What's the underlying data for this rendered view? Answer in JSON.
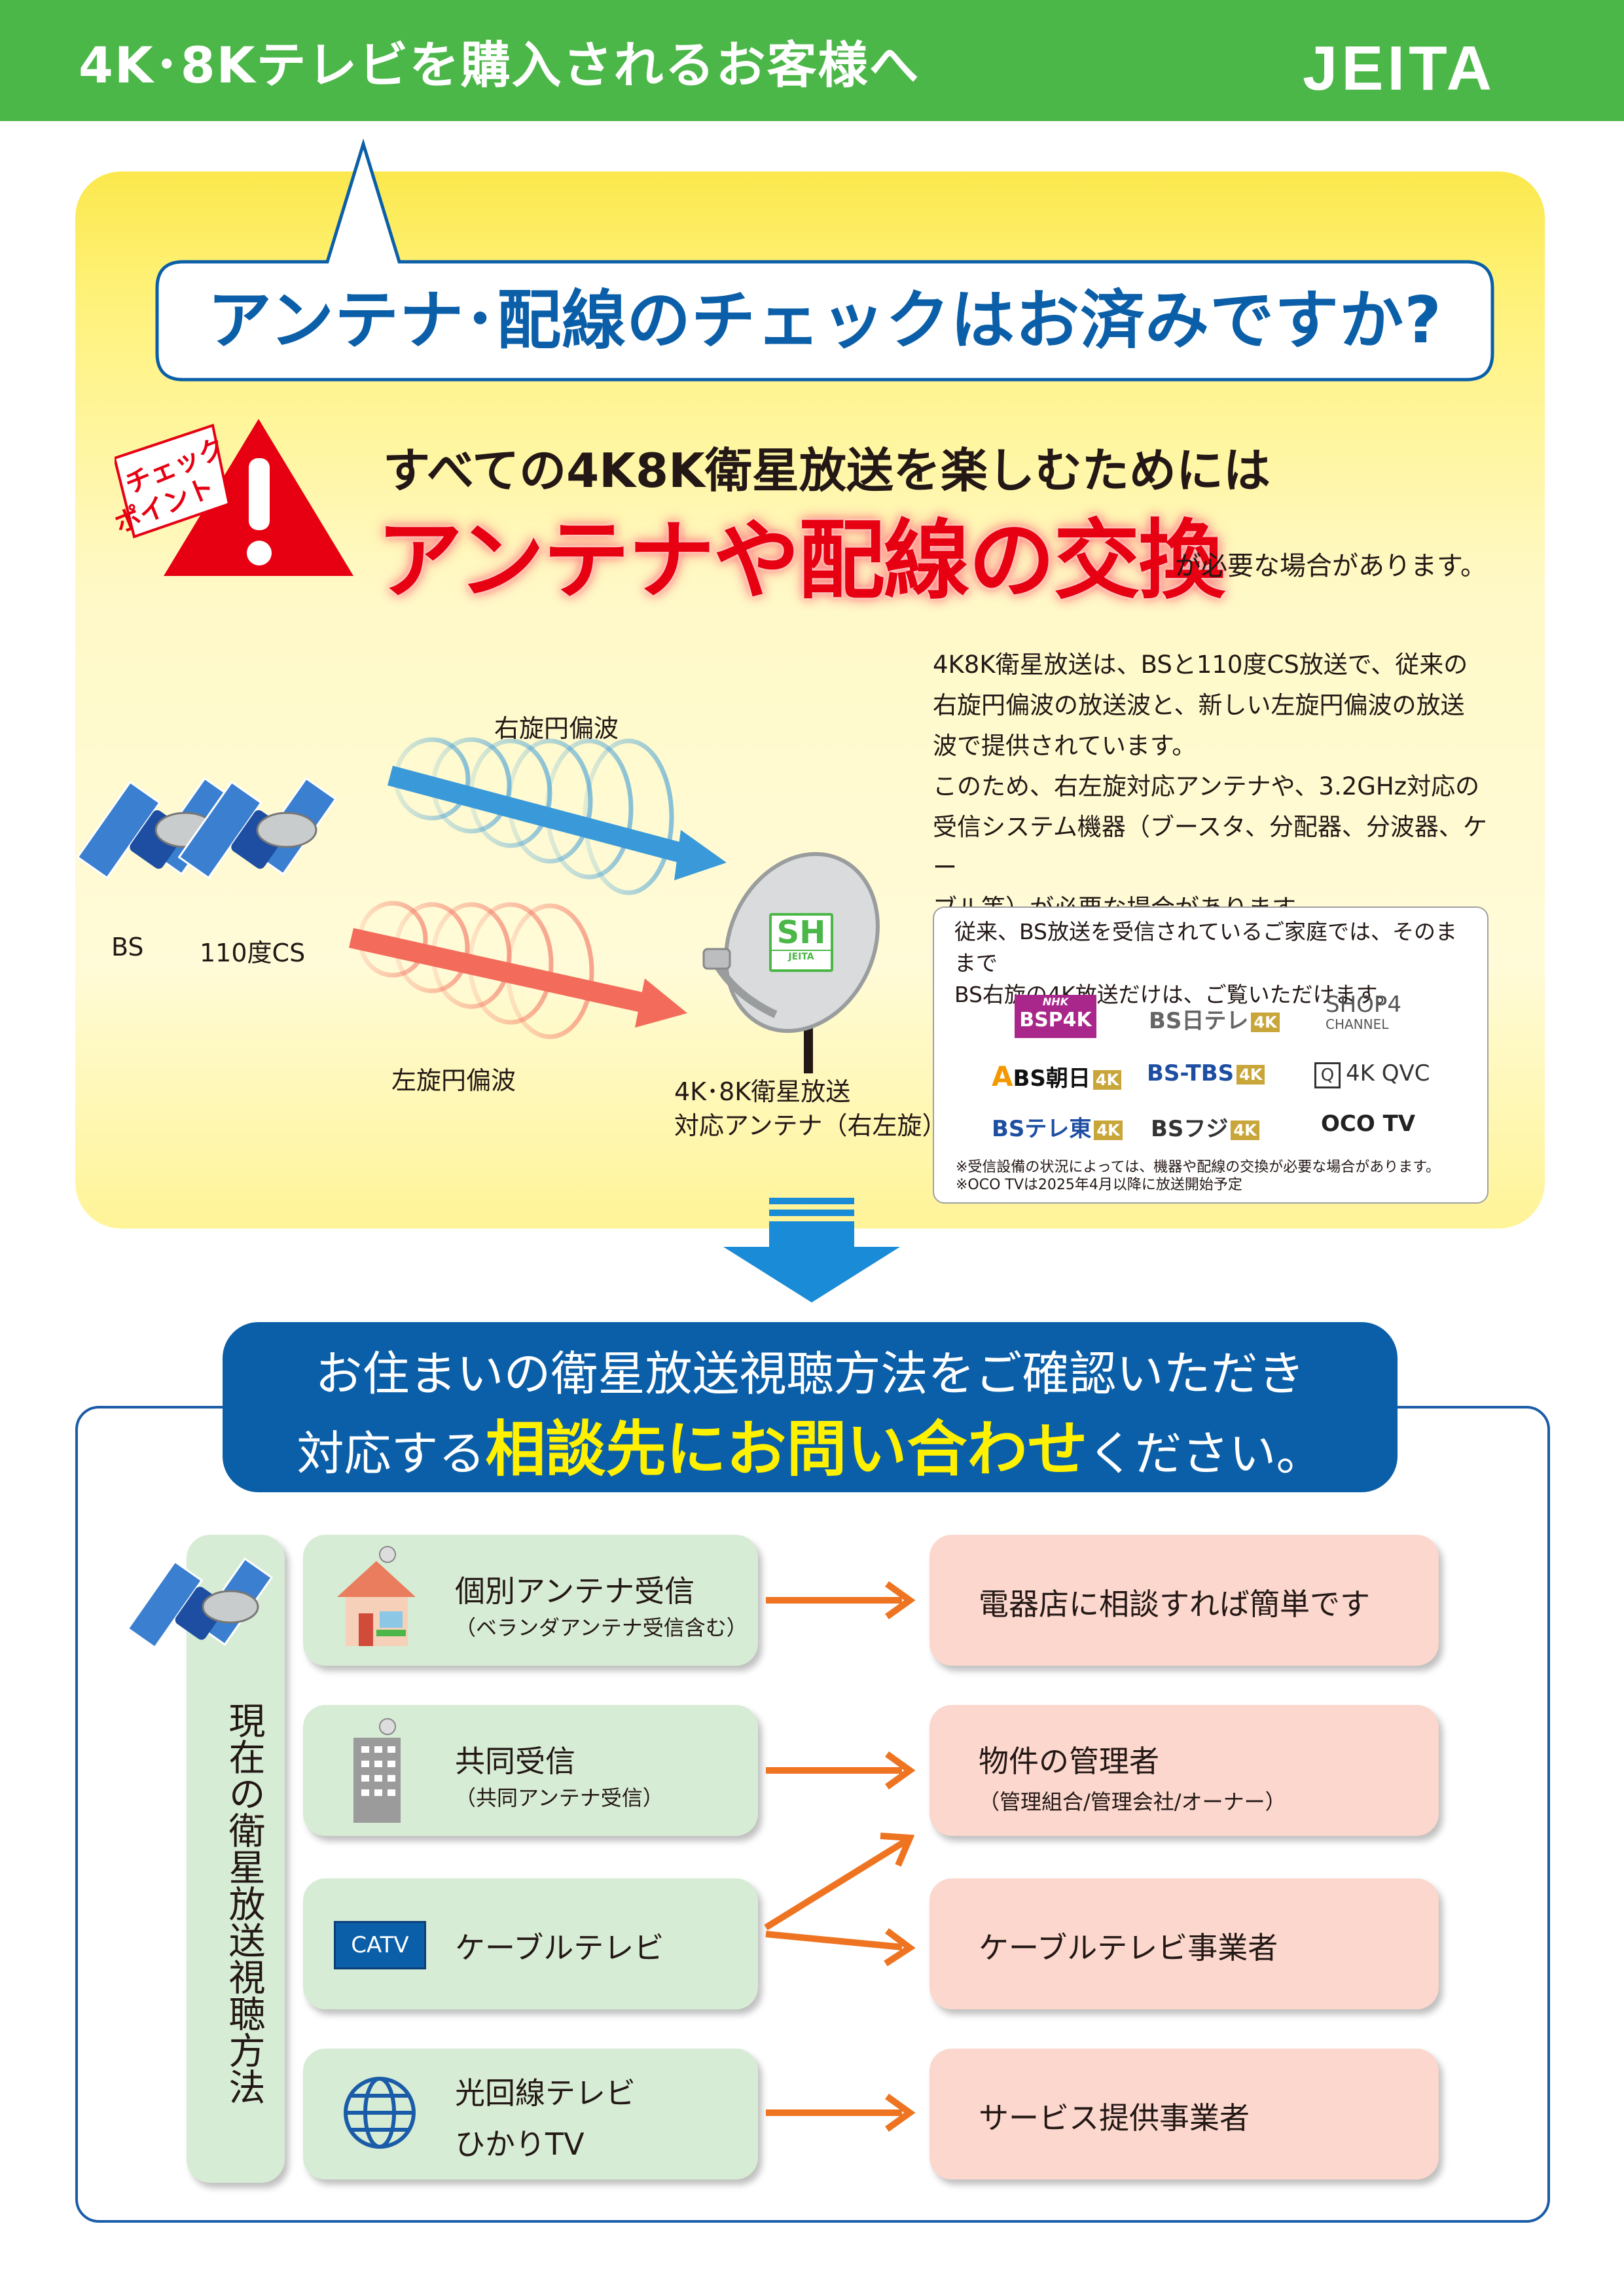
{
  "header": {
    "title": "4K･8Kテレビを購入されるお客様へ",
    "logo": "JEITA"
  },
  "check": {
    "bubble_title": "アンテナ･配線のチェックはお済みですか?",
    "badge_line1": "チェック",
    "badge_line2": "ポイント",
    "lead": "すべての4K8K衛星放送を楽しむためには",
    "headline": "アンテナや配線の交換",
    "headline_suffix": "が必要な場合があります。",
    "description": [
      "4K8K衛星放送は、BSと110度CS放送で、従来の",
      "右旋円偏波の放送波と、新しい左旋円偏波の放送",
      "波で提供されています。",
      "このため、右左旋対応アンテナや、3.2GHz対応の",
      "受信システム機器（ブースタ、分配器、分波器、ケー",
      "ブル等）が必要な場合があります。"
    ]
  },
  "diagram": {
    "right_wave_label": "右旋円偏波",
    "left_wave_label": "左旋円偏波",
    "bs_label": "BS",
    "cs_label": "110度CS",
    "antenna_label_1": "4K･8K衛星放送",
    "antenna_label_2": "対応アンテナ（右左旋）",
    "sh_mark": "SH",
    "sh_mark_sub": "JEITA",
    "colors": {
      "right_wave": "#3a9ad9",
      "left_wave": "#f26b5b",
      "satellite_body": "#1d4ea1",
      "dish": "#c9cccd"
    }
  },
  "channels": {
    "intro_1": "従来、BS放送を受信されているご家庭では、そのままで",
    "intro_2": "BS右旋の4K放送だけは、ご覧いただけます。",
    "logos": {
      "bsp4k_top": "NHK",
      "bsp4k": "BSP4K",
      "bs_ntv": "BS日テレ",
      "shop": "SHOP4",
      "shop_sub": "CHANNEL",
      "bs_asahi_mark": "A",
      "bs_asahi": "BS朝日",
      "bs_tbs": "BS-TBS",
      "qvc_mark": "Q",
      "qvc": "4K QVC",
      "bs_tvtokyo": "BSテレ東",
      "bs_fuji": "BSフジ",
      "oco": "OCO TV",
      "k4": "4K"
    },
    "note_1": "※受信設備の状況によっては、機器や配線の交換が必要な場合があります。",
    "note_2": "※OCO TVは2025年4月以降に放送開始予定"
  },
  "consult": {
    "banner_line1": "お住まいの衛星放送視聴方法をご確認いただき",
    "banner_line2_pre": "対応する",
    "banner_line2_highlight": "相談先にお問い合わせ",
    "banner_line2_post": "ください。",
    "column_label": "現在の衛星放送視聴方法",
    "methods": [
      {
        "title": "個別アンテナ受信",
        "sub": "（ベランダアンテナ受信含む）"
      },
      {
        "title": "共同受信",
        "sub": "（共同アンテナ受信）"
      },
      {
        "title": "ケーブルテレビ",
        "badge": "CATV"
      },
      {
        "title": "光回線テレビ",
        "title2": "ひかりTV"
      }
    ],
    "targets": [
      {
        "title": "電器店に相談すれば簡単です"
      },
      {
        "title": "物件の管理者",
        "sub": "（管理組合/管理会社/オーナー）"
      },
      {
        "title": "ケーブルテレビ事業者"
      },
      {
        "title": "サービス提供事業者"
      }
    ],
    "colors": {
      "method_card": "#d7ecd5",
      "target_card": "#fbd7cd",
      "arrow": "#ee7422",
      "banner": "#0b5fa8",
      "highlight": "#fff100"
    }
  }
}
